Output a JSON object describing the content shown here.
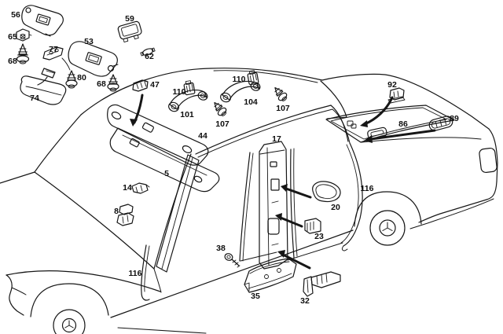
{
  "colors": {
    "background": "#ffffff",
    "line": "#161616",
    "label": "#0e0e0e"
  },
  "labels": [
    {
      "text": "56"
    },
    {
      "text": "59"
    },
    {
      "text": "65"
    },
    {
      "text": "53"
    },
    {
      "text": "68"
    },
    {
      "text": "77"
    },
    {
      "text": "62"
    },
    {
      "text": "80"
    },
    {
      "text": "68"
    },
    {
      "text": "47"
    },
    {
      "text": "74"
    },
    {
      "text": "110"
    },
    {
      "text": "101"
    },
    {
      "text": "107"
    },
    {
      "text": "110"
    },
    {
      "text": "104"
    },
    {
      "text": "107"
    },
    {
      "text": "44"
    },
    {
      "text": "17"
    },
    {
      "text": "92"
    },
    {
      "text": "86"
    },
    {
      "text": "89"
    },
    {
      "text": "5"
    },
    {
      "text": "14"
    },
    {
      "text": "8"
    },
    {
      "text": "20"
    },
    {
      "text": "23"
    },
    {
      "text": "116"
    },
    {
      "text": "38"
    },
    {
      "text": "116"
    },
    {
      "text": "35"
    },
    {
      "text": "32"
    }
  ]
}
